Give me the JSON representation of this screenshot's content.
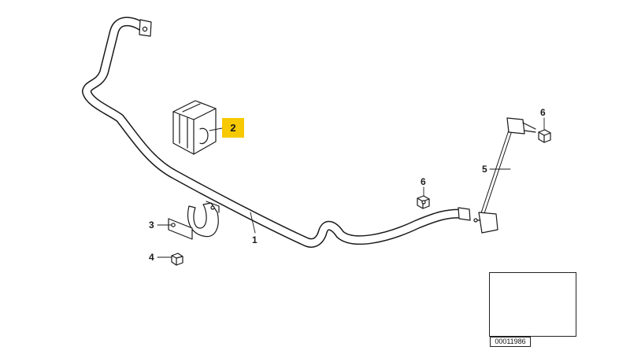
{
  "diagram": {
    "callouts": {
      "p1": "1",
      "p2": "2",
      "p3": "3",
      "p4": "4",
      "p5": "5",
      "p6a": "6",
      "p6b": "6"
    },
    "highlight_color": "#f7c900",
    "reference_code": "00011986"
  }
}
